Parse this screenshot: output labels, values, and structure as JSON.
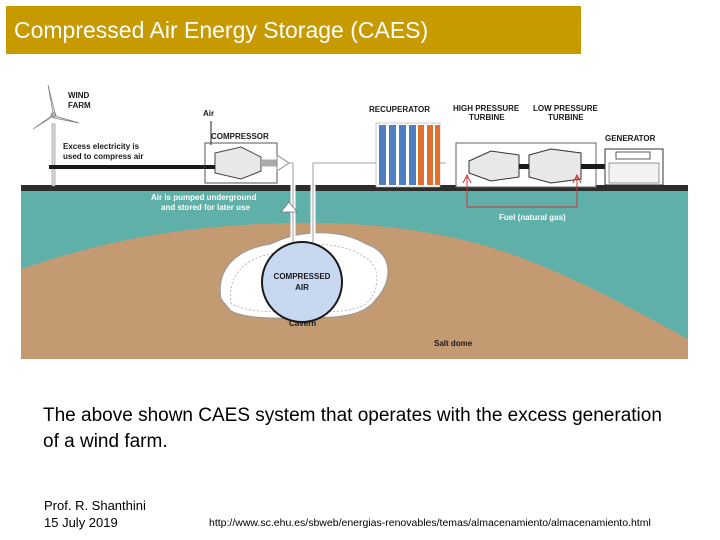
{
  "title": "Compressed Air Energy Storage (CAES)",
  "diagram": {
    "wind_farm": "WIND",
    "wind_farm_2": "FARM",
    "air": "Air",
    "compressor": "COMPRESSOR",
    "excess_1": "Excess electricity is",
    "excess_2": "used to compress air",
    "pumped_1": "Air is pumped underground",
    "pumped_2": "and stored for later use",
    "recuperator": "RECUPERATOR",
    "hp_turbine_1": "HIGH PRESSURE",
    "hp_turbine_2": "TURBINE",
    "lp_turbine_1": "LOW PRESSURE",
    "lp_turbine_2": "TURBINE",
    "generator": "GENERATOR",
    "fuel": "Fuel (natural gas)",
    "compressed_1": "COMPRESSED",
    "compressed_2": "AIR",
    "cavern": "Cavern",
    "salt_dome": "Salt dome"
  },
  "caption": "The above shown CAES system that operates with the excess generation of a wind farm.",
  "author": "Prof. R. Shanthini",
  "date": "15 July 2019",
  "source_url": "http://www.sc.ehu.es/sbweb/energias-renovables/temas/almacenamiento/almacenamiento.html",
  "colors": {
    "title_bg": "#c79a00",
    "water": "#5fb0a8",
    "earth": "#c49a73",
    "salt_dome": "#ffffff",
    "cavern": "#c8d8f0",
    "recuperator_blue": "#4f7fc0",
    "recuperator_orange": "#e07030"
  }
}
